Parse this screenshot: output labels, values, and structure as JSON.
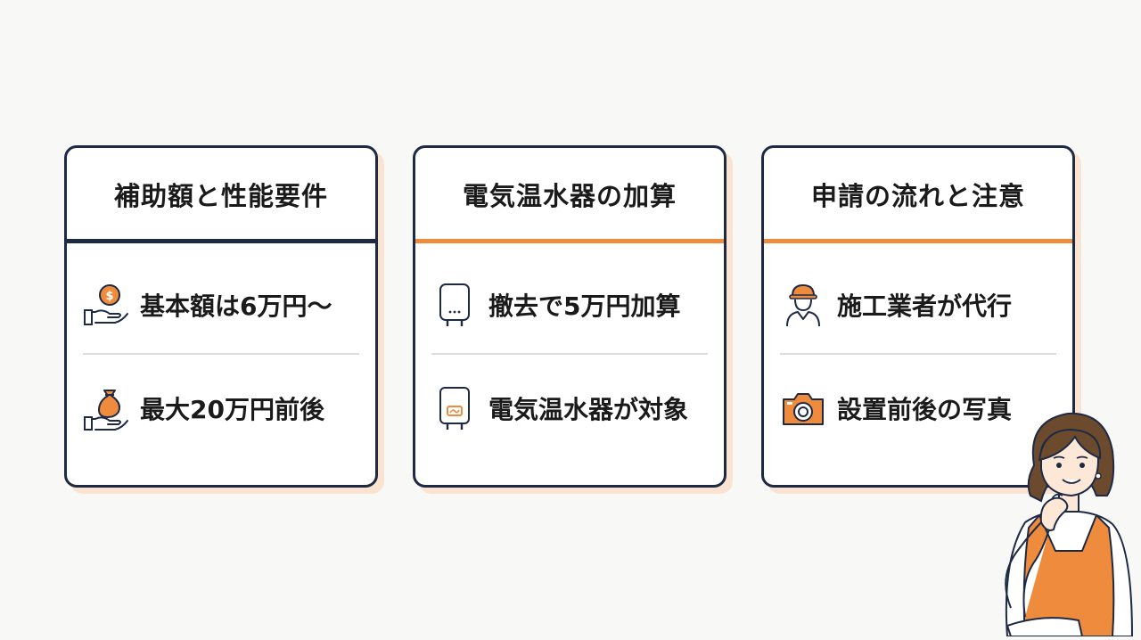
{
  "cards": [
    {
      "title": "補助額と性能要件",
      "accent": "#1e2a44",
      "items": [
        {
          "icon": "money-hand-icon",
          "text": "基本額は6万円〜"
        },
        {
          "icon": "money-bag-hand-icon",
          "text": "最大20万円前後"
        }
      ]
    },
    {
      "title": "電気温水器の加算",
      "accent": "#ef8b3c",
      "items": [
        {
          "icon": "water-heater-icon",
          "text": "撤去で5万円加算"
        },
        {
          "icon": "electric-water-heater-icon",
          "text": "電気温水器が対象"
        }
      ]
    },
    {
      "title": "申請の流れと注意",
      "accent": "#ef8b3c",
      "items": [
        {
          "icon": "construction-worker-icon",
          "text": "施工業者が代行"
        },
        {
          "icon": "camera-icon",
          "text": "設置前後の写真"
        }
      ]
    }
  ],
  "colors": {
    "navy": "#1e2a44",
    "orange": "#ef8b3c",
    "shadow": "#fbe3d2"
  }
}
